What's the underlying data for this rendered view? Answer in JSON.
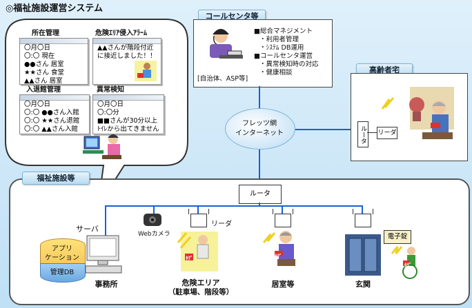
{
  "title": "◎福祉施設運営システム",
  "left_bubble": {
    "windows": [
      {
        "heading": "所在管理",
        "lines": [
          "〇月〇日",
          "〇:〇 現在",
          "●●さん 居室",
          "★★さん 食堂",
          "▲▲さん 居室"
        ]
      },
      {
        "heading": "危険ｴﾘｱ侵入ｱﾗｰﾑ",
        "lines": [
          "▲▲さんが階段付近",
          "に接近しました！！"
        ]
      },
      {
        "heading": "入退館管理",
        "lines": [
          "〇月〇日",
          "〇:〇 ●●さん入館",
          "〇:〇 ★★さん退館",
          "〇:〇 ▲▲さん入館"
        ]
      },
      {
        "heading": "異常検知",
        "lines": [
          "〇月〇日",
          "〇:〇分",
          "■■さんが30分以上",
          "ﾄｲﾚから出てきません"
        ]
      }
    ]
  },
  "call_center": {
    "label": "コールセンタ等",
    "caption": "[自治体、ASP等]",
    "items": [
      "■総合マネジメント",
      "・利用者管理",
      "・ｼｽﾃﾑ DB運用",
      "■コールセンタ運営",
      "・異常検知時の対応",
      "・健康相談"
    ]
  },
  "network": {
    "label_line1": "フレッツ網",
    "label_line2": "インターネット"
  },
  "elderly_home": {
    "label": "高齢者宅",
    "router": "ルータ",
    "reader": "リーダ"
  },
  "facility": {
    "label": "福祉施設等",
    "router": "ルータ",
    "server": "サーバ",
    "db_top": "アプリ",
    "db_mid": "ケーション",
    "db_bottom": "管理DB",
    "webcam": "Webカメラ",
    "reader": "リーダ",
    "lock": "電子錠",
    "tag": "ﾀｸﾞ",
    "zones": [
      {
        "name": "事務所"
      },
      {
        "name": "危険エリア",
        "sub": "（駐車場、階段等）"
      },
      {
        "name": "居室等"
      },
      {
        "name": "玄関"
      }
    ]
  },
  "colors": {
    "network_line": "#1a5fd1",
    "accent": "#e03030",
    "tag_yellow": "#f5e62a"
  }
}
